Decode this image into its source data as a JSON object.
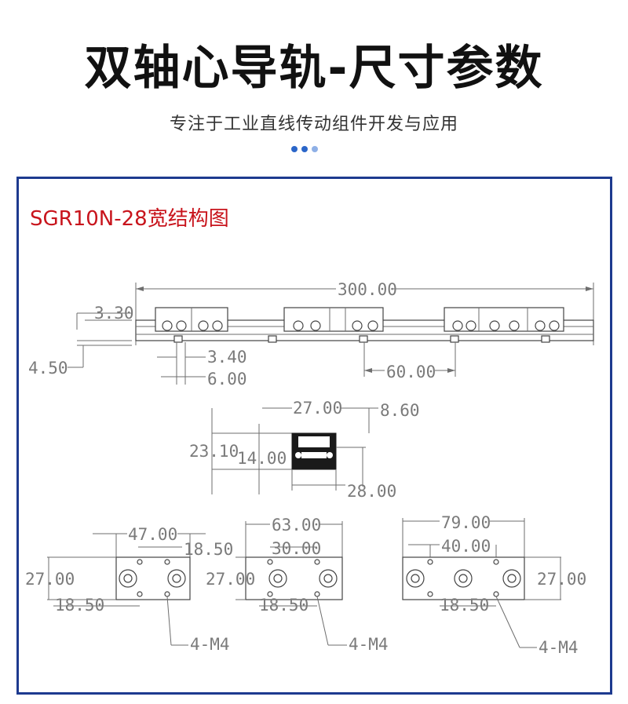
{
  "header": {
    "title": "双轴心导轨-尺寸参数",
    "subtitle": "专注于工业直线传动组件开发与应用"
  },
  "colors": {
    "accent_blue": "#1d3a8f",
    "section_red": "#c8141c",
    "dot_dark": "#2b66c9",
    "dot_light": "#8fb0e6"
  },
  "section": {
    "title": "SGR10N-28宽结构图"
  },
  "dimensions": {
    "rail": {
      "length": "300.00",
      "top_offset": "3.30",
      "bottom_offset": "4.50",
      "gap": "3.40",
      "hole_offset": "6.00",
      "pitch": "60.00"
    },
    "cross_section": {
      "width": "27.00",
      "side": "8.60",
      "height": "23.10",
      "rail_height": "14.00",
      "rail_width": "28.00"
    },
    "carriages": [
      {
        "length": "47.00",
        "hole_spacing": "18.50",
        "height": "27.00",
        "offset": "18.50",
        "thread": "4-M4"
      },
      {
        "length": "63.00",
        "hole_spacing": "30.00",
        "height": "27.00",
        "offset": "18.50",
        "thread": "4-M4"
      },
      {
        "length": "79.00",
        "hole_spacing": "40.00",
        "height": "27.00",
        "offset": "18.50",
        "thread": "4-M4"
      }
    ]
  }
}
